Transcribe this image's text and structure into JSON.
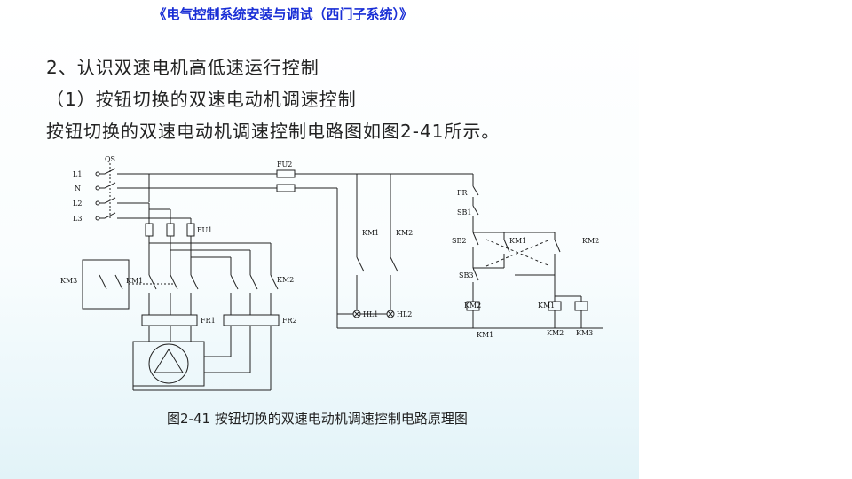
{
  "header": {
    "course_title": "《电气控制系统安装与调试（西门子系统）》"
  },
  "content": {
    "section_heading": "2、认识双速电机高低速运行控制",
    "subsection_heading": "（1）按钮切换的双速电动机调速控制",
    "body_text": "按钮切换的双速电动机调速控制电路图如图2-41所示。"
  },
  "figure": {
    "caption": "图2-41  按钮切换的双速电动机调速控制电路原理图",
    "labels": {
      "qs": "QS",
      "l1": "L1",
      "n": "N",
      "l2": "L2",
      "l3": "L3",
      "fu1": "FU1",
      "fu2": "FU2",
      "km3_main": "KM3",
      "km1_main": "KM1",
      "km2_main": "KM2",
      "fr1": "FR1",
      "fr2": "FR2",
      "km1_ind": "KM1",
      "km2_ind": "KM2",
      "hl1": "HL1",
      "hl2": "HL2",
      "fr_ctrl": "FR",
      "sb1": "SB1",
      "sb2": "SB2",
      "sb3": "SB3",
      "km1_aux": "KM1",
      "km2_aux": "KM2",
      "km2_nc": "KM2",
      "km1_nc": "KM1",
      "coil_km1": "KM1",
      "coil_km2": "KM2",
      "coil_km3": "KM3"
    }
  }
}
